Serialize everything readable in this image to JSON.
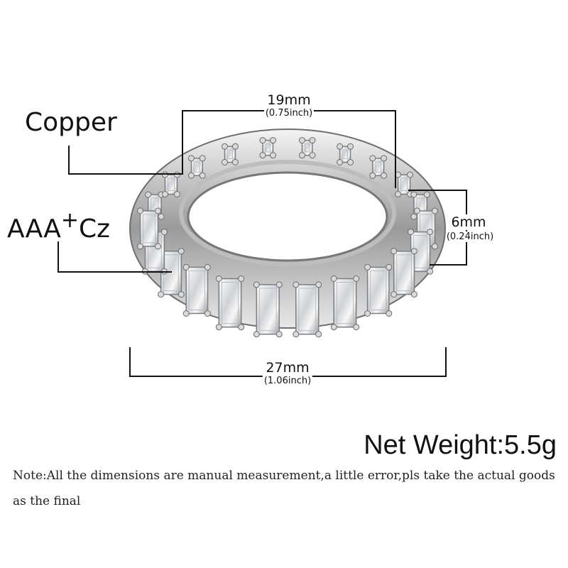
{
  "labels": {
    "material": "Copper",
    "stone_a": "AAA",
    "stone_plus": "+",
    "stone_b": "Cz"
  },
  "dimensions": {
    "top": {
      "main": "19mm",
      "sub": "(0.75inch)"
    },
    "right": {
      "main": "6mm",
      "sub": "(0.24inch)"
    },
    "bottom": {
      "main": "27mm",
      "sub": "(1.06inch)"
    }
  },
  "weight": "Net Weight:5.5g",
  "note": "Note:All the dimensions are manual measurement,a little error,pls take the actual goods as the final"
}
